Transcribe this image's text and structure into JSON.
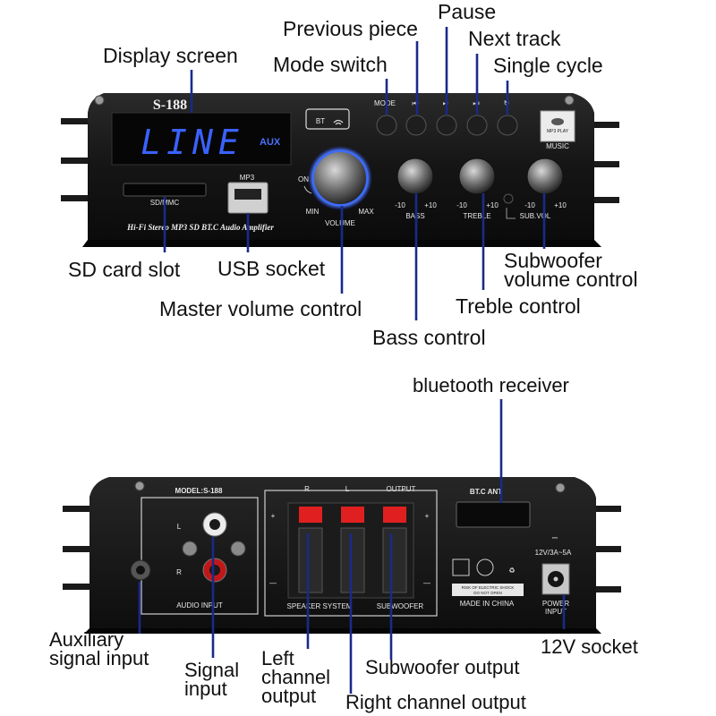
{
  "front": {
    "model": "S-188",
    "display_text": "LINE",
    "display_aux": "AUX",
    "bt_badge": "BT",
    "sd_label": "SD/MMC",
    "usb_label": "MP3",
    "bottom_strip": "Hi-Fi Stereo MP3 SD BT.C Audio Amplifier",
    "volume": {
      "on": "ON",
      "min": "MIN",
      "max": "MAX",
      "label": "VOLUME"
    },
    "mode_label": "MODE",
    "knob_labels": [
      "BASS",
      "TREBLE",
      "SUB.VOL"
    ],
    "knob_range": {
      "minus": "-10",
      "plus": "+10"
    },
    "mp3_badge": [
      "MP3 PLAY",
      "MUSIC"
    ]
  },
  "front_callouts": {
    "display_screen": "Display screen",
    "previous_piece": "Previous piece",
    "pause": "Pause",
    "next_track": "Next track",
    "mode_switch": "Mode switch",
    "single_cycle": "Single cycle",
    "sd_card_slot": "SD card slot",
    "usb_socket": "USB socket",
    "subwoofer_line1": "Subwoofer",
    "subwoofer_line2": "volume control",
    "master_volume": "Master volume control",
    "treble_control": "Treble control",
    "bass_control": "Bass control"
  },
  "back": {
    "model": "MODEL:S-188",
    "l": "L",
    "r": "R",
    "audio_input": "AUDIO INPUT",
    "top_r": "R",
    "top_l": "L",
    "top_output": "OUTPUT",
    "plus": "+",
    "minus": "—",
    "speaker_system": "SPEAKER  SYSTEM",
    "subwoofer": "SUBWOOFER",
    "bt_ant": "BT.C ANT",
    "power_spec": "12V/3A~5A",
    "made_in": "MADE IN CHINA",
    "power_input": [
      "POWER",
      "INPUT"
    ],
    "warning": [
      "RISK OF ELECTRIC SHOCK",
      "DO NOT OPEN"
    ]
  },
  "back_callouts": {
    "bluetooth_receiver": "bluetooth receiver",
    "aux_line1": "Auxiliary",
    "aux_line2": "signal input",
    "signal_line1": "Signal",
    "signal_line2": "input",
    "left_line1": "Left",
    "left_line2": "channel",
    "left_line3": "output",
    "subwoofer_output": "Subwoofer output",
    "right_channel_output": "Right channel output",
    "socket_12v": "12V socket"
  }
}
